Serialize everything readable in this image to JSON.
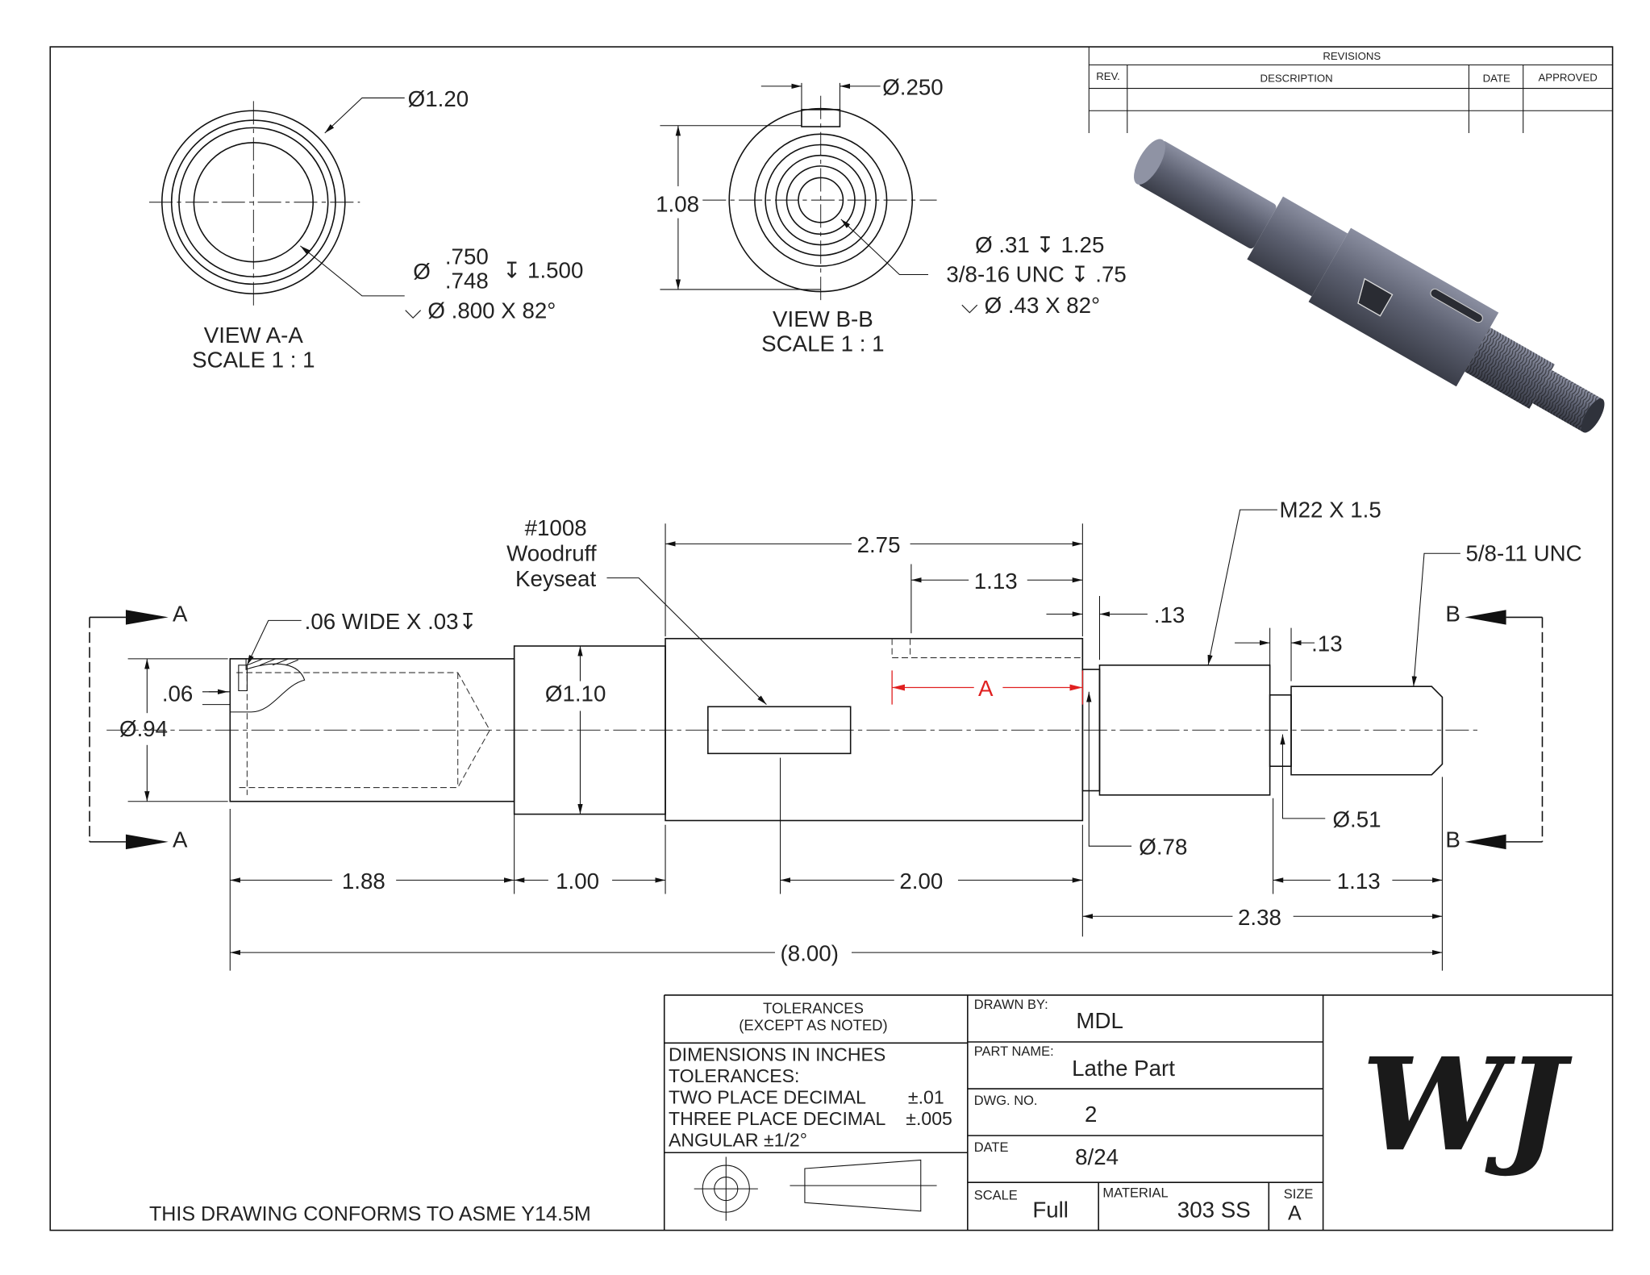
{
  "revisions": {
    "title": "REVISIONS",
    "columns": [
      "REV.",
      "DESCRIPTION",
      "DATE",
      "APPROVED"
    ]
  },
  "view_a": {
    "title": "VIEW A-A",
    "scale": "SCALE 1 : 1",
    "outer_dia": "Ø1.20",
    "bore_dia_symbol": "Ø",
    "bore_upper": ".750",
    "bore_lower": ".748",
    "bore_depth": "↧ 1.500",
    "countersink": "⌵  Ø .800 X 82°"
  },
  "view_b": {
    "title": "VIEW B-B",
    "scale": "SCALE 1 : 1",
    "key_width": "Ø.250",
    "height": "1.08",
    "drill": "Ø .31 ↧ 1.25",
    "tap": "3/8-16 UNC  ↧ .75",
    "countersink": "⌵  Ø .43 X 82°"
  },
  "main_view": {
    "keyseat": [
      "#1008",
      "Woodruff",
      "Keyseat"
    ],
    "groove_note": ".06 WIDE X .03↧",
    "section_a": "A",
    "section_b": "B",
    "dims": {
      "groove": ".06",
      "dia_94": "Ø.94",
      "dia_110": "Ø1.10",
      "len_275": "2.75",
      "len_113_top": "1.13",
      "len_13_a": ".13",
      "len_13_b": ".13",
      "thread_m22": "M22 X 1.5",
      "thread_58": "5/8-11 UNC",
      "detail_a": "A",
      "dia_78": "Ø.78",
      "dia_51": "Ø.51",
      "len_188": "1.88",
      "len_100": "1.00",
      "len_200": "2.00",
      "len_113_bot": "1.13",
      "len_238": "2.38",
      "overall": "(8.00)"
    }
  },
  "conformance_note": "THIS DRAWING CONFORMS TO ASME Y14.5M",
  "title_block": {
    "tolerances_title": "TOLERANCES",
    "tolerances_sub": "(EXCEPT AS NOTED)",
    "tol_lines": [
      "DIMENSIONS IN INCHES",
      "TOLERANCES:",
      "TWO PLACE DECIMAL",
      "THREE PLACE DECIMAL",
      "ANGULAR ±1/2°"
    ],
    "tol_values": [
      "±.01",
      "±.005"
    ],
    "drawn_by_label": "DRAWN BY:",
    "drawn_by": "MDL",
    "part_name_label": "PART NAME:",
    "part_name": "Lathe Part",
    "dwg_no_label": "DWG.  NO.",
    "dwg_no": "2",
    "date_label": "DATE",
    "date": "8/24",
    "scale_label": "SCALE",
    "scale": "Full",
    "material_label": "MATERIAL",
    "material": "303 SS",
    "size_label": "SIZE",
    "size": "A",
    "logo": "WJ"
  },
  "colors": {
    "line": "#111111",
    "detail_marker": "#e02020",
    "part_shade": "#5c6070"
  }
}
